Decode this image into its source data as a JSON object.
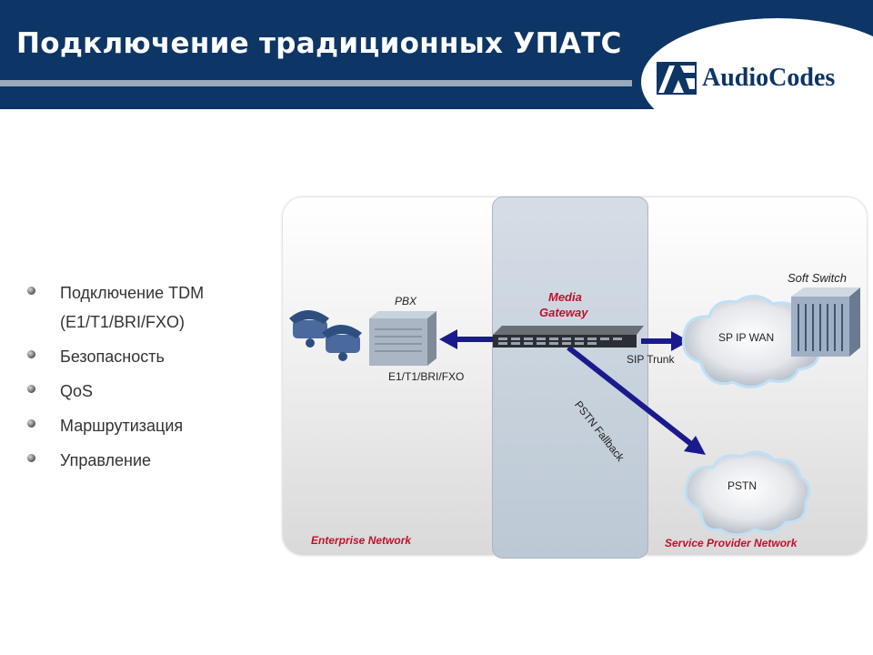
{
  "header": {
    "title": "Подключение традиционных УПАТС"
  },
  "logo": {
    "text": "AudioCodes"
  },
  "bullets": [
    {
      "line1": "Подключение TDM",
      "line2": "(E1/T1/BRI/FXO)"
    },
    {
      "line1": "Безопасность"
    },
    {
      "line1": "QoS"
    },
    {
      "line1": "Маршрутизация"
    },
    {
      "line1": "Управление"
    }
  ],
  "diagram": {
    "pbx_label": "PBX",
    "media_gateway_line1": "Media",
    "media_gateway_line2": "Gateway",
    "e1_label": "E1/T1/BRI/FXO",
    "sip_trunk_label": "SIP Trunk",
    "pstn_fallback_label": "PSTN Fallback",
    "soft_switch_label": "Soft Switch",
    "sp_ip_wan_label": "SP IP WAN",
    "pstn_label": "PSTN",
    "enterprise_label": "Enterprise Network",
    "service_provider_label": "Service Provider Network"
  },
  "colors": {
    "header_bg": "#0d3565",
    "arrow": "#1a1a8c",
    "zone_label": "#c0102a"
  }
}
